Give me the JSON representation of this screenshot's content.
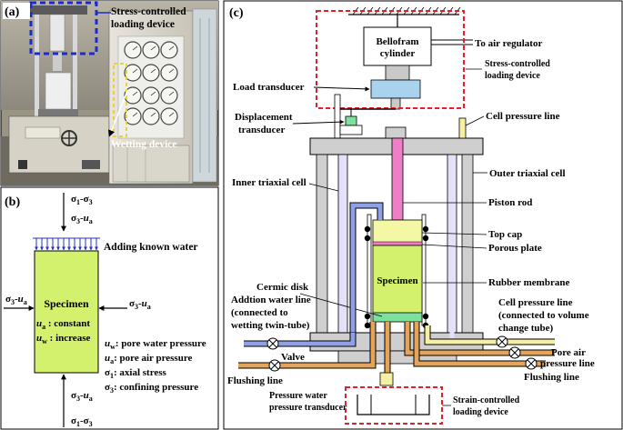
{
  "panels": {
    "a": {
      "letter": "(a)",
      "stress_device": [
        "Stress-controlled",
        "loading device"
      ],
      "wetting_device": "Wetting device"
    },
    "b": {
      "letter": "(b)",
      "top_stress_1": "σ1-σ3",
      "top_stress_2": "σ3-ua",
      "adding_water": "Adding known water",
      "left_stress": "σ3-ua",
      "right_stress": "σ3-ua",
      "specimen": "Specimen",
      "ua_constant": "ua : constant",
      "uw_increase": "uw : increase",
      "legend": [
        "uw : pore water pressure",
        "ua: pore air pressure",
        "σ1: axial stress",
        "σ3: confining pressure"
      ],
      "bottom_stress_1": "σ3-ua",
      "bottom_stress_2": "σ1-σ3"
    },
    "c": {
      "letter": "(c)",
      "bellofram": [
        "Bellofram",
        "cylinder"
      ],
      "air_regulator": "To air regulator",
      "stress_controlled": [
        "Stress-controlled",
        "loading device"
      ],
      "load_transducer": "Load transducer",
      "displacement": [
        "Displacement",
        "transducer"
      ],
      "cell_pressure_top": "Cell pressure line",
      "outer_cell": "Outer triaxial cell",
      "inner_cell": "Inner triaxial cell",
      "piston_rod": "Piston rod",
      "top_cap": "Top cap",
      "porous_plate": "Porous plate",
      "specimen": "Specimen",
      "rubber_membrane": "Rubber membrane",
      "ceramic_disk": "Cermic disk",
      "addition_water": [
        "Addtion water line",
        "(connected to",
        "wetting twin-tube)"
      ],
      "cell_pressure_right": [
        "Cell pressure line",
        "(connected to volume",
        "change tube)"
      ],
      "valve": "Valve",
      "pore_air": [
        "Pore air",
        "pressure line"
      ],
      "flushing_left": "Flushing line",
      "flushing_right": "Flushing line",
      "pressure_water": [
        "Pressure water",
        "pressure transducer"
      ],
      "strain_controlled": [
        "Strain-controlled",
        "loading device"
      ]
    }
  },
  "colors": {
    "specimen": "#d4f16e",
    "red_dash": "#e0202a",
    "blue_dash": "#1a2ccc",
    "pink": "#ee7fc6",
    "blue_line": "#8fa0e8",
    "orange_line": "#e4a45a",
    "lavender": "#e4e0f7",
    "yellow_line": "#f6f0a4",
    "gray": "#cfcfcf",
    "green": "#7ee09d",
    "load_cell": "#a9d2ee"
  }
}
